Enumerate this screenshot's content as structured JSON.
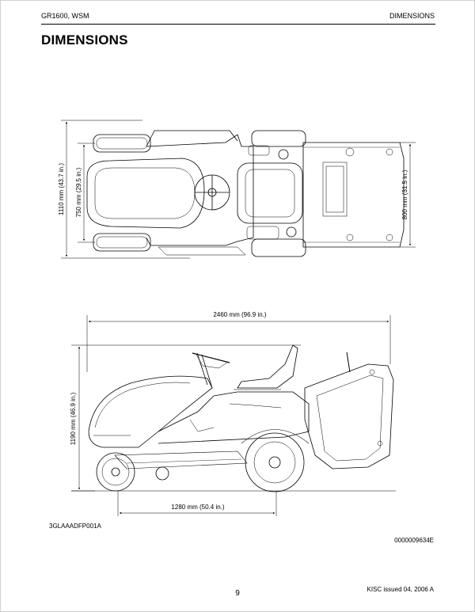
{
  "header": {
    "left": "GR1600,  WSM",
    "right": "DIMENSIONS"
  },
  "title": "DIMENSIONS",
  "dimensions": {
    "overall_width": "1110 mm (43.7 in.)",
    "tread": "750 mm (29.5 in.)",
    "deck_width": "800 mm (31.5 in.)",
    "overall_length": "2460 mm (96.9 in.)",
    "overall_height": "1190 mm (46.9 in.)",
    "wheelbase": "1280 mm (50.4 in.)"
  },
  "figure_code": "3GLAAADFP001A",
  "doc_code": "0000009634E",
  "page_number": "9",
  "issued": "KISC issued 04, 2006 A"
}
